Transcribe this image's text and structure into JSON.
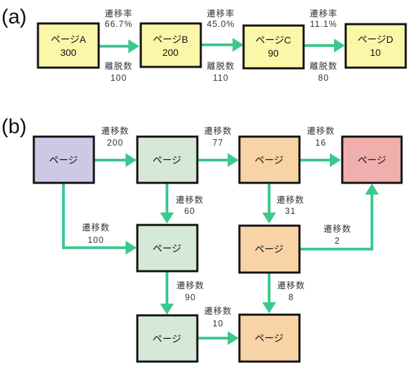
{
  "colors": {
    "arrow": "#3cc98e",
    "yellow": "#fbf6a8",
    "purple": "#cdc8e4",
    "green": "#d4e9d6",
    "orange": "#f8d3a5",
    "red": "#f0afad"
  },
  "panel_a": {
    "label": "(a)",
    "pages": [
      {
        "name": "ページA",
        "count": "300"
      },
      {
        "name": "ページB",
        "count": "200"
      },
      {
        "name": "ページC",
        "count": "90"
      },
      {
        "name": "ページD",
        "count": "10"
      }
    ],
    "transitions": [
      {
        "rate_label": "遷移率",
        "rate": "66.7%",
        "exit_label": "離脱数",
        "exit": "100"
      },
      {
        "rate_label": "遷移率",
        "rate": "45.0%",
        "exit_label": "離脱数",
        "exit": "110"
      },
      {
        "rate_label": "遷移率",
        "rate": "11.1%",
        "exit_label": "離脱数",
        "exit": "80"
      }
    ]
  },
  "panel_b": {
    "label": "(b)",
    "page_label": "ページ",
    "edges": [
      {
        "label": "遷移数",
        "count": "200"
      },
      {
        "label": "遷移数",
        "count": "77"
      },
      {
        "label": "遷移数",
        "count": "16"
      },
      {
        "label": "遷移数",
        "count": "60"
      },
      {
        "label": "遷移数",
        "count": "31"
      },
      {
        "label": "遷移数",
        "count": "100"
      },
      {
        "label": "遷移数",
        "count": "2"
      },
      {
        "label": "遷移数",
        "count": "90"
      },
      {
        "label": "遷移数",
        "count": "8"
      },
      {
        "label": "遷移数",
        "count": "10"
      }
    ]
  }
}
